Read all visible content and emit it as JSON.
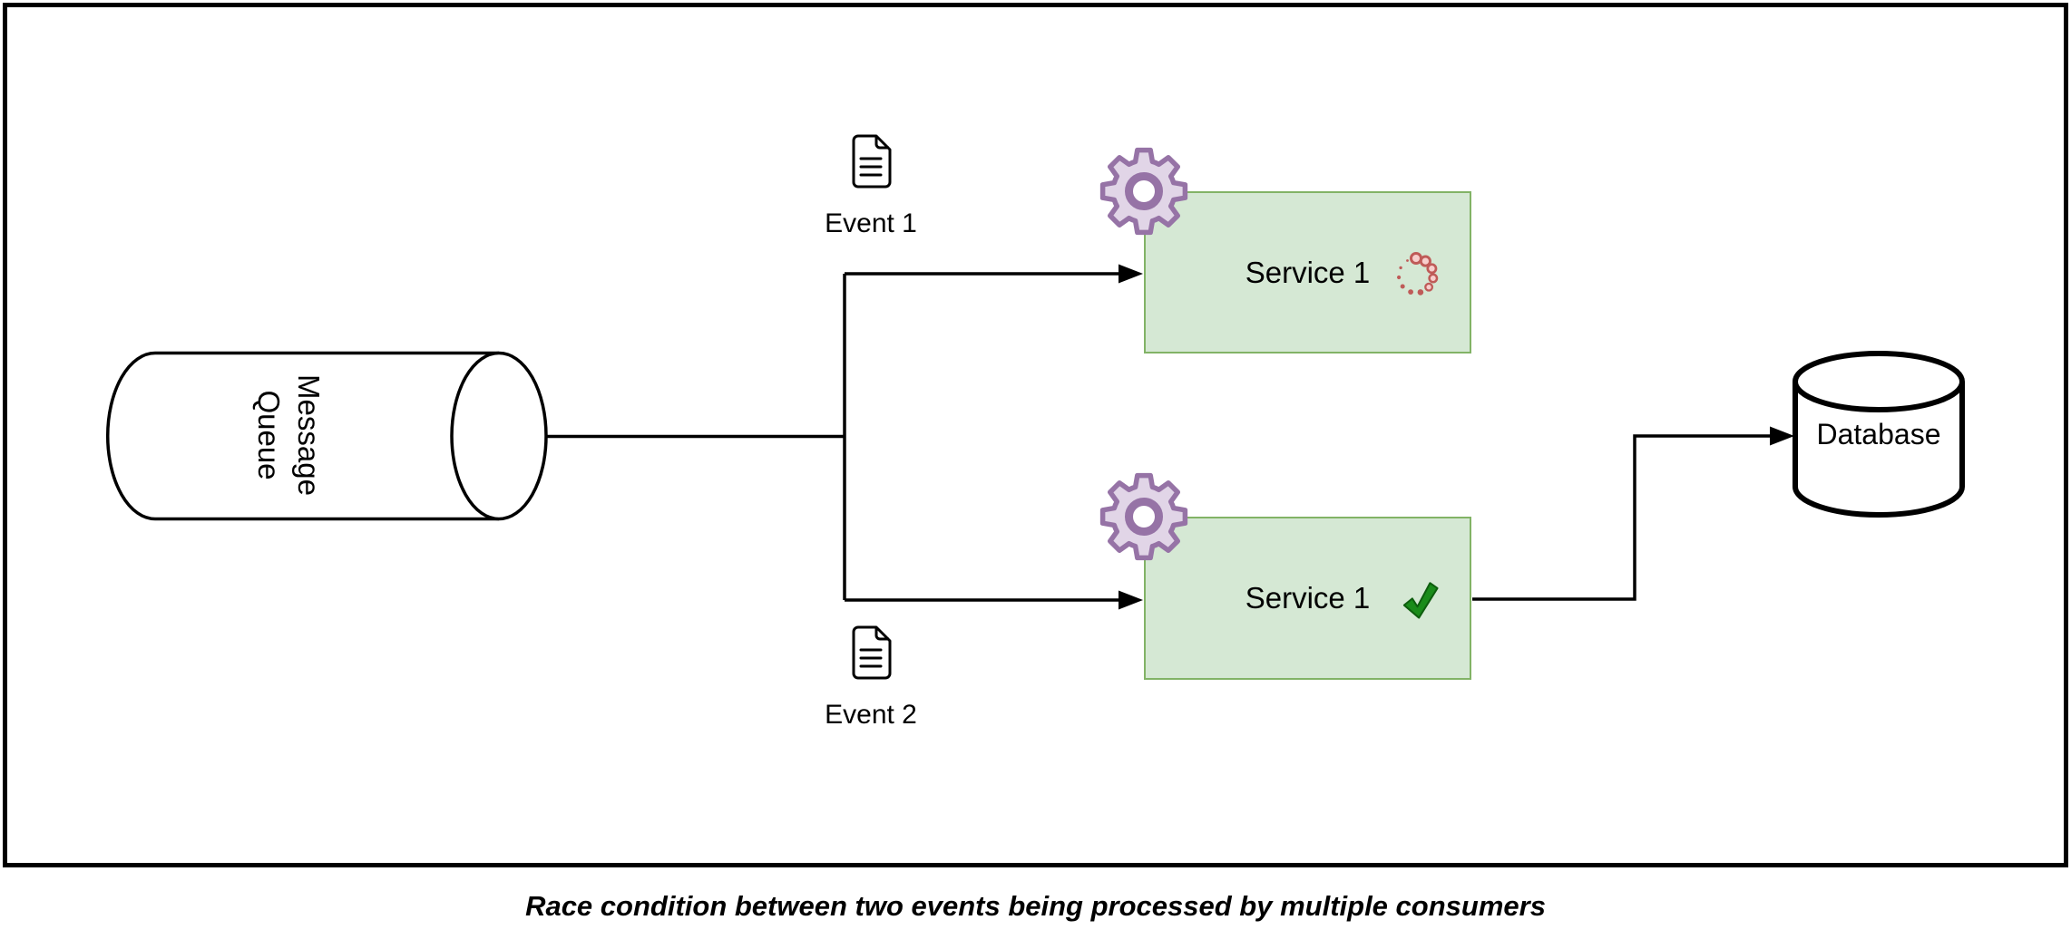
{
  "colors": {
    "green_fill": "#d5e8d4",
    "green_stroke": "#82b366",
    "purple_fill": "#e1d5e7",
    "purple_stroke": "#9673a6",
    "spinner_red": "#bf5b58",
    "spinner_pink": "#f8cecc",
    "check_green": "#1a8c1a",
    "check_green_dark": "#0e5e0e",
    "line_black": "#000000"
  },
  "icons": {
    "event_icon": "document-icon",
    "service_corner_icon": "gear-icon",
    "service1_status_icon": "loading-spinner-icon",
    "service2_status_icon": "check-mark-icon"
  },
  "diagram": {
    "queue_label": "Message Queue",
    "event1_label": "Event 1",
    "event2_label": "Event 2",
    "service1_label": "Service 1",
    "service2_label": "Service 1",
    "database_label": "Database",
    "caption": "Race condition between two events being processed by multiple consumers"
  }
}
